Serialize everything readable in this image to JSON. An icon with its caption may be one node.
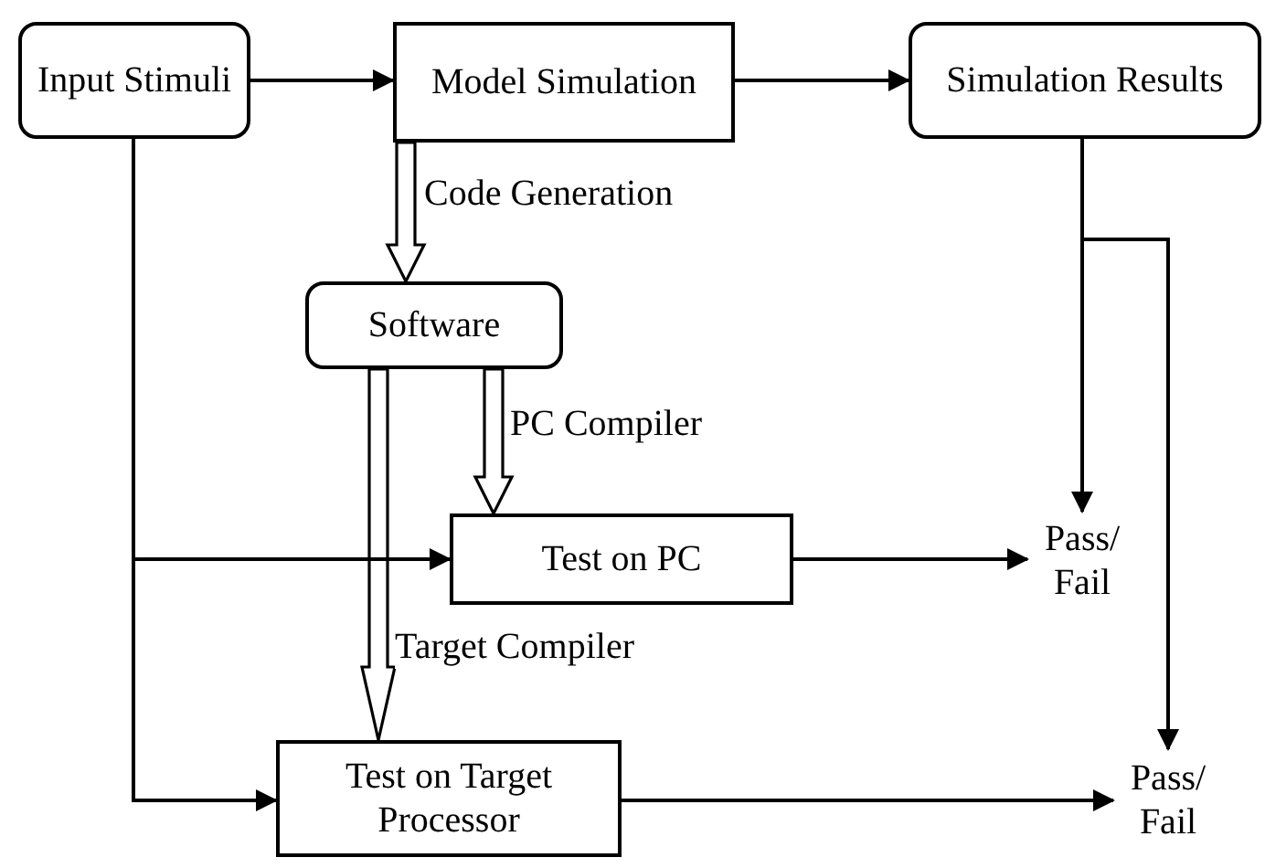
{
  "diagram": {
    "nodes": [
      {
        "text": [
          "Input Stimuli"
        ]
      },
      {
        "text": [
          "Model Simulation"
        ]
      },
      {
        "text": [
          "Simulation Results"
        ]
      },
      {
        "text": [
          "Software"
        ]
      },
      {
        "text": [
          "Test on PC"
        ]
      },
      {
        "text": [
          "Pass/ Fail"
        ]
      },
      {
        "text": [
          "Test on Target Processor"
        ]
      },
      {
        "text": [
          "Pass/ Fail"
        ]
      }
    ],
    "edges": [
      {
        "from": 0,
        "to": 1,
        "arrow": "to"
      },
      {
        "from": 1,
        "to": 2,
        "arrow": "to"
      },
      {
        "from": 1,
        "to": 3,
        "arrow": "to",
        "style": "thick",
        "label": "Code Generation"
      },
      {
        "from": 3,
        "to": 4,
        "arrow": "to",
        "style": "thick",
        "label": "PC Compiler"
      },
      {
        "from": 3,
        "to": 6,
        "arrow": "to",
        "style": "thick",
        "label": "Target Compiler"
      },
      {
        "from": 0,
        "to": 4,
        "arrow": "to"
      },
      {
        "from": 0,
        "to": 6,
        "arrow": "to"
      },
      {
        "from": 2,
        "to": 5,
        "arrow": "to"
      },
      {
        "from": 2,
        "to": 7,
        "arrow": "to"
      },
      {
        "from": 4,
        "to": 5,
        "arrow": "to"
      },
      {
        "from": 6,
        "to": 7,
        "arrow": "to"
      }
    ]
  }
}
